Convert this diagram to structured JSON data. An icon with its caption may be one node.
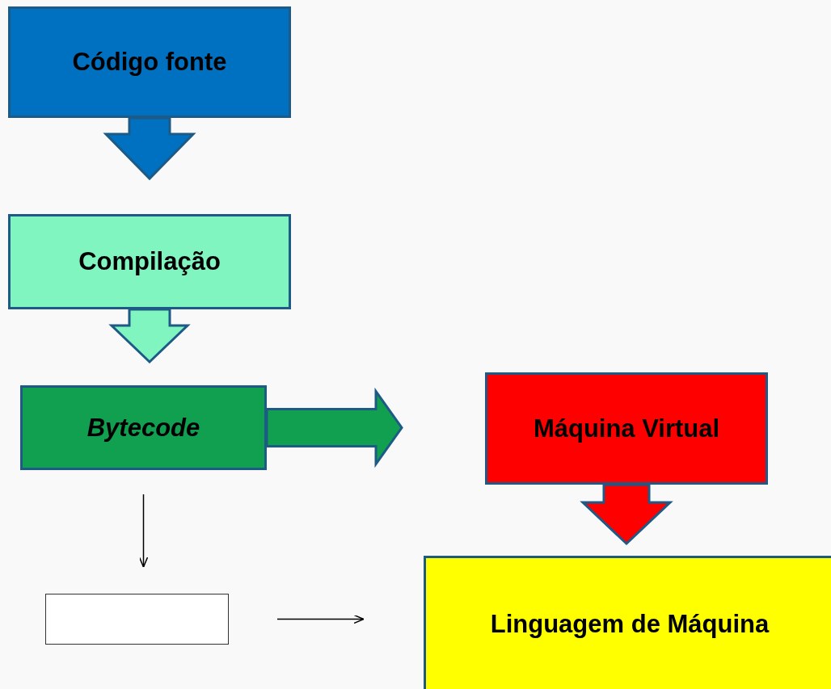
{
  "diagram": {
    "nodes": [
      {
        "text": [
          "Código fonte"
        ]
      },
      {
        "text": [
          "Compilação"
        ]
      },
      {
        "text": [
          "Bytecode"
        ]
      },
      {
        "text": [
          "Máquina Virtual"
        ]
      },
      {
        "text": [],
        "shape": "box"
      },
      {
        "text": [
          "Linguagem de Máquina"
        ]
      }
    ],
    "edges": [
      {
        "from": 0,
        "to": 1,
        "arrow": "to",
        "style": "thick",
        "color": "#0070c0"
      },
      {
        "from": 1,
        "to": 2,
        "arrow": "to",
        "style": "thick",
        "color": "#80f5c0"
      },
      {
        "from": 2,
        "to": 3,
        "arrow": "to",
        "style": "thick",
        "color": "#10a050"
      },
      {
        "from": 2,
        "to": 4,
        "arrow": "to"
      },
      {
        "from": 3,
        "to": 5,
        "arrow": "to",
        "style": "thick",
        "color": "#ff0000"
      },
      {
        "from": 4,
        "to": 5,
        "arrow": "to"
      }
    ]
  }
}
